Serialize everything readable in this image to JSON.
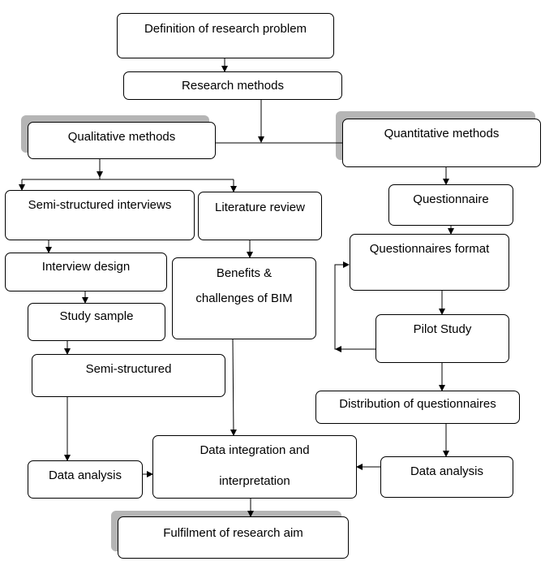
{
  "nodes": {
    "definition": "Definition of research problem",
    "research_methods": "Research methods",
    "qualitative": "Qualitative methods",
    "quantitative": "Quantitative methods",
    "semi_structured_interviews": "Semi-structured interviews",
    "literature_review": "Literature review",
    "questionnaire": "Questionnaire",
    "interview_design": "Interview design",
    "benefits_line1": "Benefits &",
    "benefits_line2": "challenges of BIM",
    "questionnaires_format": "Questionnaires format",
    "study_sample": "Study sample",
    "pilot_study": "Pilot Study",
    "semi_structured": "Semi-structured",
    "distribution": "Distribution of questionnaires",
    "data_analysis_left": "Data analysis",
    "integration_line1": "Data integration and",
    "integration_line2": "interpretation",
    "data_analysis_right": "Data analysis",
    "fulfilment": "Fulfilment of research aim"
  }
}
